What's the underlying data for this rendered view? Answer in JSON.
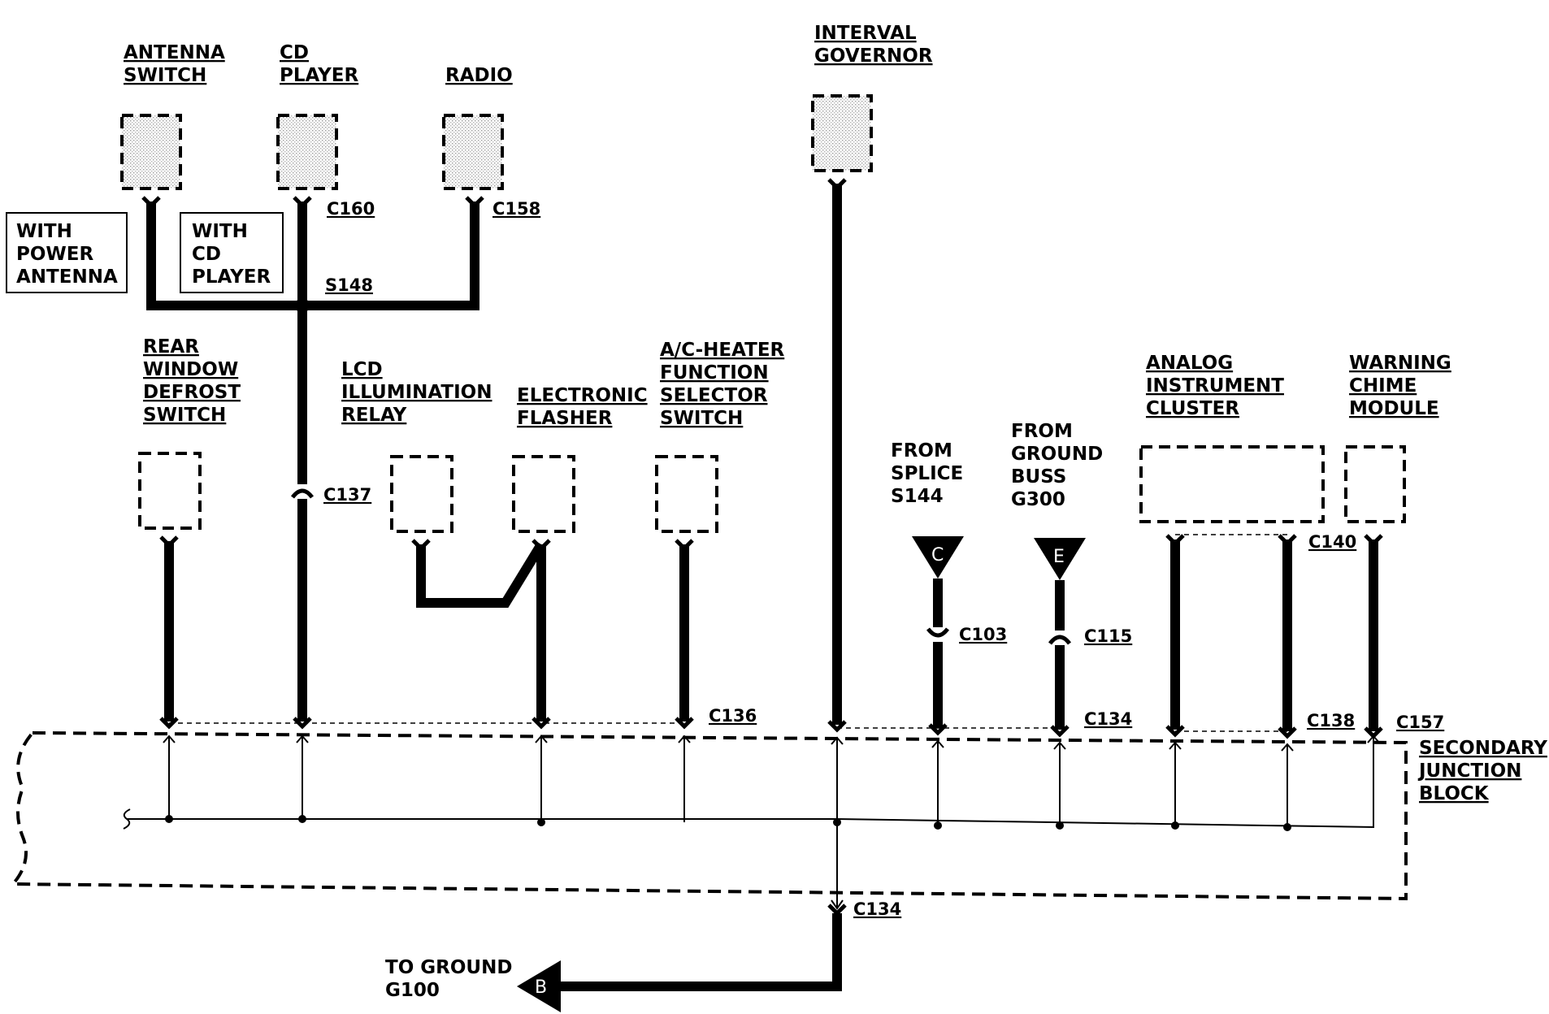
{
  "components": {
    "antenna_switch": [
      "ANTENNA",
      "SWITCH"
    ],
    "cd_player": [
      "CD",
      "PLAYER"
    ],
    "radio": [
      "RADIO"
    ],
    "interval_governor": [
      "INTERVAL",
      "GOVERNOR"
    ],
    "rear_window_defrost_switch": [
      "REAR",
      "WINDOW",
      "DEFROST",
      "SWITCH"
    ],
    "lcd_illumination_relay": [
      "LCD",
      "ILLUMINATION",
      "RELAY"
    ],
    "electronic_flasher": [
      "ELECTRONIC",
      "FLASHER"
    ],
    "ac_heater_function_selector_switch": [
      "A/C-HEATER",
      "FUNCTION",
      "SELECTOR",
      "SWITCH"
    ],
    "analog_instrument_cluster": [
      "ANALOG",
      "INSTRUMENT",
      "CLUSTER"
    ],
    "warning_chime_module": [
      "WARNING",
      "CHIME",
      "MODULE"
    ],
    "secondary_junction_block": [
      "SECONDARY",
      "JUNCTION",
      "BLOCK"
    ]
  },
  "notes": {
    "with_power_antenna": [
      "WITH",
      "POWER",
      "ANTENNA"
    ],
    "with_cd_player": [
      "WITH",
      "CD",
      "PLAYER"
    ],
    "from_splice": [
      "FROM",
      "SPLICE",
      "S144"
    ],
    "from_ground_buss": [
      "FROM",
      "GROUND",
      "BUSS",
      "G300"
    ],
    "to_ground": [
      "TO GROUND",
      "G100"
    ]
  },
  "connectors": {
    "c160": "C160",
    "c158": "C158",
    "s148": "S148",
    "c137": "C137",
    "c136": "C136",
    "c103": "C103",
    "c115": "C115",
    "c134_top": "C134",
    "c138": "C138",
    "c140": "C140",
    "c157": "C157",
    "c134_bottom": "C134"
  },
  "badges": {
    "splice_c": "C",
    "buss_e": "E",
    "ground_b": "B"
  }
}
